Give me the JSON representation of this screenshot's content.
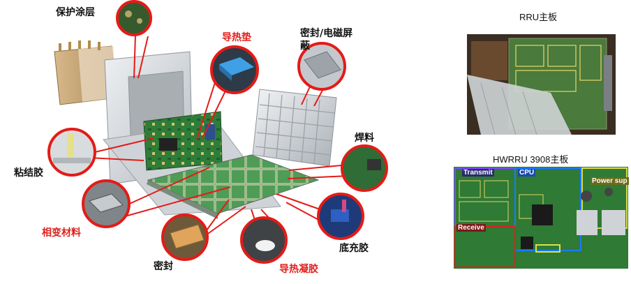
{
  "labels": {
    "coating": "保护涂层",
    "thermal_pad": "导热垫",
    "seal_emi_line1": "密封/电磁屏",
    "seal_emi_line2": "蔽",
    "adhesive": "粘结胶",
    "solder": "焊料",
    "phase_change": "相变材料",
    "underfill": "底充胶",
    "seal": "密封",
    "thermal_gel": "导热凝胶"
  },
  "captions": {
    "rru": "RRU主板",
    "hwrru": "HWRRU 3908主板"
  },
  "board_tags": {
    "transmit": "Transmit",
    "cpu": "CPU",
    "power": "Power sup",
    "receive": "Receive"
  },
  "colors": {
    "callout_ring": "#e41b17",
    "label_red": "#e0201c",
    "pcb_green": "#2f7d3a",
    "housing": "#c9ced3"
  }
}
